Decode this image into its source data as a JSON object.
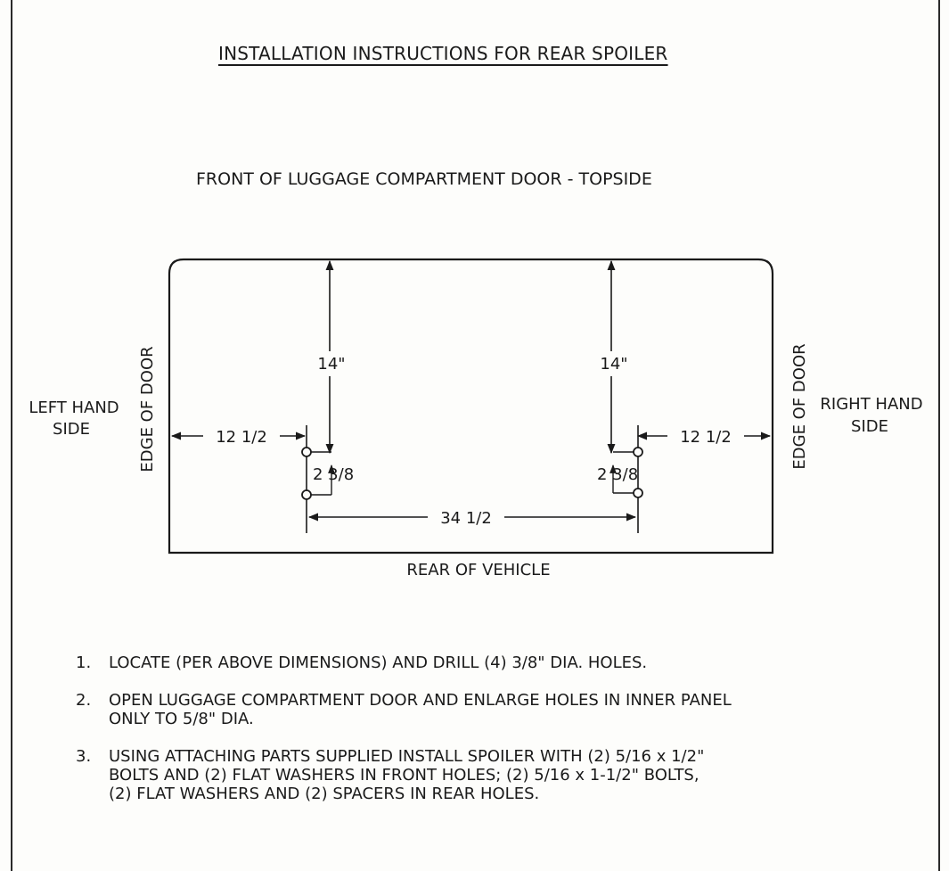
{
  "title": "INSTALLATION INSTRUCTIONS FOR REAR SPOILER",
  "subtitle": "FRONT OF LUGGAGE COMPARTMENT DOOR - TOPSIDE",
  "diagram": {
    "left_side_label_line1": "LEFT HAND",
    "left_side_label_line2": "SIDE",
    "right_side_label_line1": "RIGHT HAND",
    "right_side_label_line2": "SIDE",
    "left_edge_label": "EDGE OF DOOR",
    "right_edge_label": "EDGE OF DOOR",
    "rear_label": "REAR OF VEHICLE",
    "dim_front_left": "14\"",
    "dim_front_right": "14\"",
    "dim_side_left": "12 1/2",
    "dim_side_right": "12 1/2",
    "dim_spacing_left": "2 3/8",
    "dim_spacing_right": "2 3/8",
    "dim_between": "34 1/2"
  },
  "steps": [
    {
      "number": "1.",
      "text": "LOCATE (PER ABOVE DIMENSIONS) AND DRILL (4) 3/8\" DIA. HOLES."
    },
    {
      "number": "2.",
      "text": "OPEN LUGGAGE COMPARTMENT DOOR AND ENLARGE HOLES IN INNER PANEL\nONLY TO 5/8\" DIA."
    },
    {
      "number": "3.",
      "text": "USING ATTACHING PARTS SUPPLIED INSTALL SPOILER WITH (2) 5/16 x 1/2\"\nBOLTS AND (2) FLAT WASHERS IN FRONT HOLES; (2) 5/16 x 1-1/2\" BOLTS,\n(2) FLAT WASHERS AND (2) SPACERS IN REAR HOLES."
    }
  ]
}
